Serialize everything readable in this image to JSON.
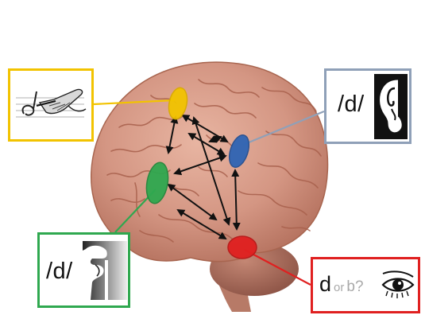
{
  "labels": {
    "auditory_phoneme": "/d/",
    "articulatory_phoneme": "/d/",
    "visual_letter": "d",
    "visual_or": "or",
    "visual_alt": "b",
    "visual_question": "?"
  },
  "icons": {
    "writing": "hand-writing-icon",
    "auditory": "ear-icon",
    "articulatory": "vocal-tract-icon",
    "visual": "eye-icon"
  },
  "colors": {
    "writing_region": "#f2c300",
    "auditory_region": "#2f64b4",
    "articulatory_region": "#2fa84f",
    "visual_region": "#e02020",
    "auditory_box": "#8fa0b8"
  }
}
